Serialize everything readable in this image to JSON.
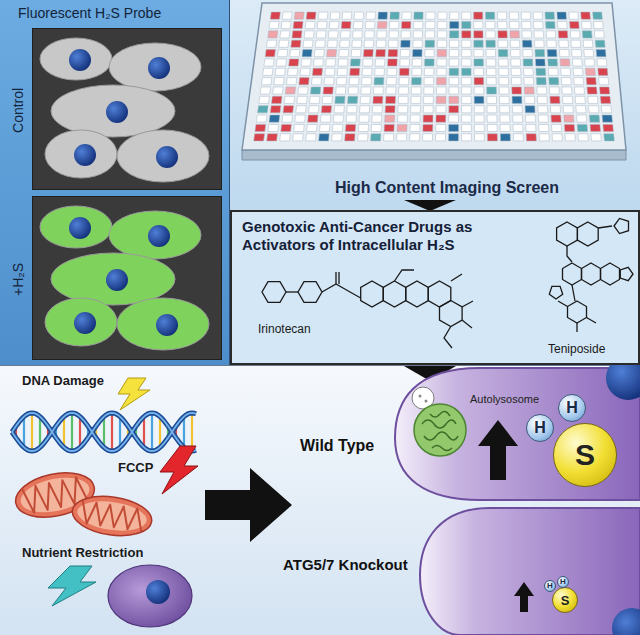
{
  "diagram": {
    "nodes": [
      {
        "text": [
          "Fluorescent H₂S Probe"
        ]
      },
      {
        "text": [
          "Control"
        ],
        "in": 0
      },
      {
        "text": [
          "+H₂S"
        ],
        "in": 0
      },
      {
        "text": [
          "Genotoxic Anti-Cancer Drugs as Activators of Intracellular H₂S",
          "Irinotecan",
          "Teniposide"
        ]
      },
      {
        "text": [
          "S"
        ]
      },
      {
        "text": [
          "H"
        ]
      },
      {
        "text": [
          "H"
        ]
      },
      {
        "text": [
          "S"
        ]
      },
      {
        "text": [
          "H"
        ]
      },
      {
        "text": [
          "H"
        ]
      }
    ],
    "labels": [
      "High Content Imaging Screen",
      "DNA Damage",
      "FCCP",
      "Nutrient Restriction",
      "Wild Type",
      "Autolysosome",
      "ATG5/7 Knockout"
    ]
  }
}
